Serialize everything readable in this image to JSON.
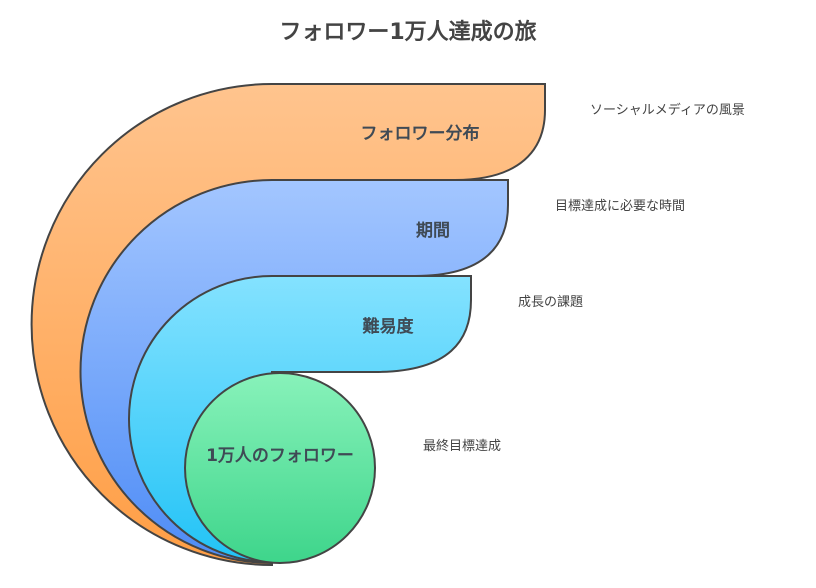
{
  "title": "フォロワー1万人達成の旅",
  "layers": [
    {
      "label": "フォロワー分布",
      "description": "ソーシャルメディアの風景",
      "colors": [
        "#FFC48E",
        "#FF9E45"
      ]
    },
    {
      "label": "期間",
      "description": "目標達成に必要な時間",
      "colors": [
        "#A3C6FF",
        "#4E8CF6"
      ]
    },
    {
      "label": "難易度",
      "description": "成長の課題",
      "colors": [
        "#84E2FF",
        "#22C3F6"
      ]
    },
    {
      "label": "1万人のフォロワー",
      "description": "最終目標達成",
      "colors": [
        "#88F2BA",
        "#3ED58B"
      ]
    }
  ],
  "stroke_color": "#444444"
}
